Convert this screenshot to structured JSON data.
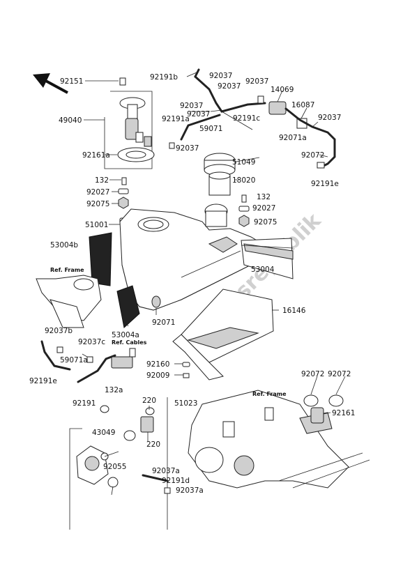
{
  "watermark": "Partsrepublik",
  "ref_labels": {
    "ref_frame_left": "Ref. Frame",
    "ref_cables": "Ref. Cables",
    "ref_frame_right": "Ref. Frame"
  },
  "parts": [
    "92151",
    "49040",
    "92161a",
    "132",
    "92027",
    "92075",
    "51001",
    "53004b",
    "92191b",
    "92037",
    "92037",
    "92037",
    "92037",
    "92191a",
    "92037",
    "59071",
    "92191c",
    "92037",
    "14069",
    "16087",
    "92037",
    "92071a",
    "92072",
    "92191e",
    "51049",
    "18020",
    "132",
    "92027",
    "92075",
    "53004",
    "92071",
    "53004a",
    "16146",
    "92037b",
    "92037c",
    "59071a",
    "92191e",
    "92191",
    "132a",
    "92160",
    "92009",
    "51023",
    "220",
    "43049",
    "220",
    "92055",
    "92037a",
    "92191d",
    "92037a",
    "92072",
    "92072",
    "92161"
  ]
}
